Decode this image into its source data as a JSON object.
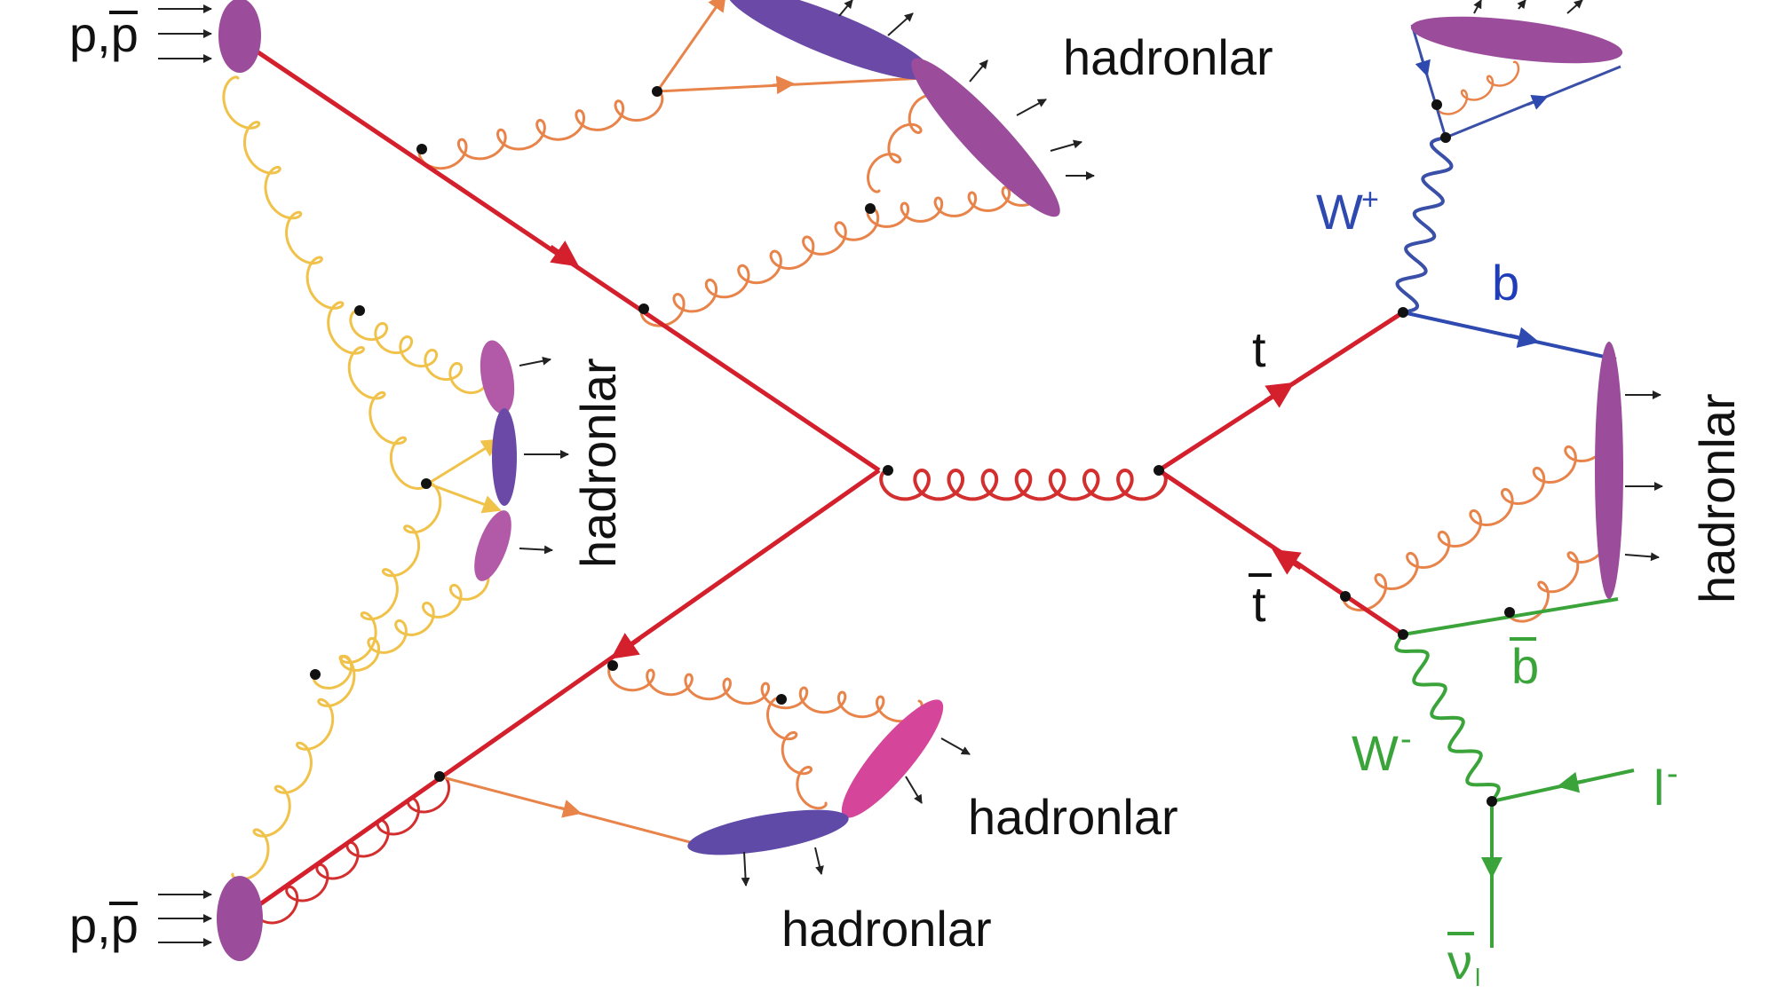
{
  "labels": {
    "proton_top": "p,p",
    "proton_bottom": "p,p",
    "hadrons_top": "hadronlar",
    "hadrons_left_vertical": "hadronlar",
    "hadrons_right_vertical": "hadronlar",
    "hadrons_mid_bottom": "hadronlar",
    "hadrons_bottom": "hadronlar",
    "top_quark": "t",
    "anti_top_quark": "t",
    "w_plus": "W",
    "w_plus_charge": "+",
    "w_minus": "W",
    "w_minus_charge": "-",
    "b_quark": "b",
    "anti_b_quark": "b",
    "lepton": "l",
    "lepton_charge": "-",
    "neutrino": "ν",
    "neutrino_sub": "l"
  },
  "colors": {
    "quark_red": "#d41f2c",
    "gluon_red": "#d32f2f",
    "isr_yellow": "#f0c24a",
    "fsr_orange": "#e8834a",
    "w_plus_blue": "#3a4fa8",
    "b_blue": "#1f3db8",
    "w_minus_green": "#3aa43a",
    "hadron_purple": "#9b4d9c",
    "hadron_violet": "#6a4aa6",
    "hadron_pink": "#d5469a"
  }
}
